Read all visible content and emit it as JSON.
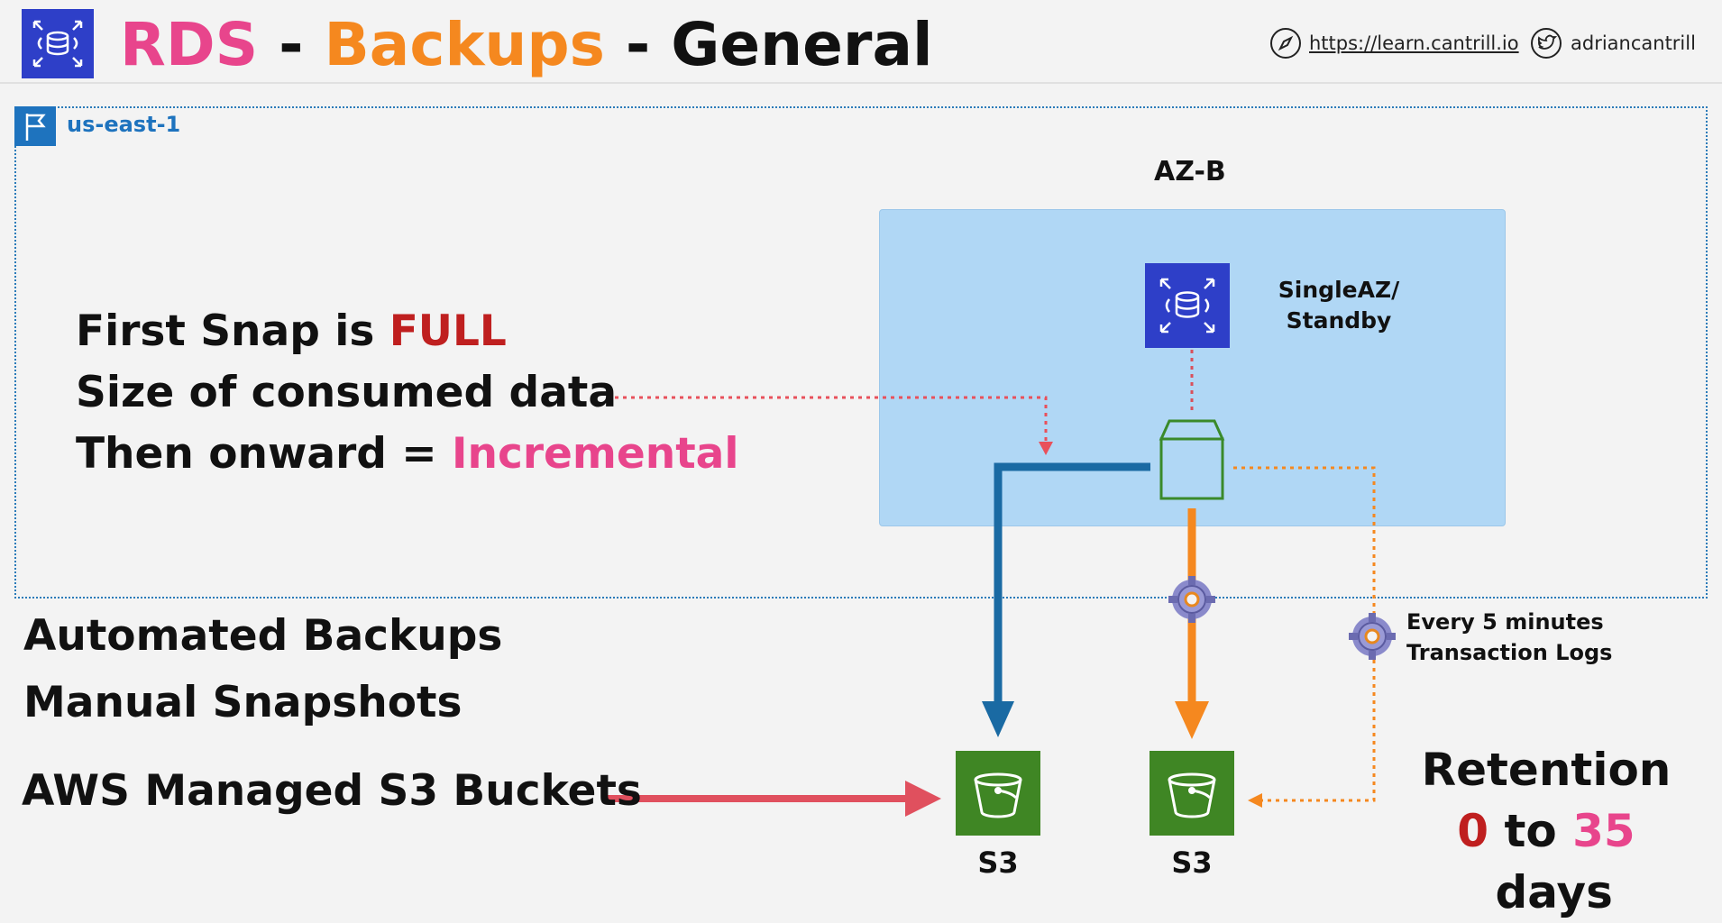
{
  "header": {
    "title_rds": "RDS",
    "title_sep1": " - ",
    "title_backups": "Backups",
    "title_sep2": " - ",
    "title_general": "General",
    "website": "https://learn.cantrill.io",
    "twitter": "adriancantrill"
  },
  "region": {
    "label": "us-east-1"
  },
  "az": {
    "label": "AZ-B"
  },
  "rds_instance": {
    "label_line1": "SingleAZ/",
    "label_line2": "Standby"
  },
  "snapshot_notes": {
    "line1_prefix": "First Snap is ",
    "line1_highlight": "FULL",
    "line2": "Size of consumed data",
    "line3_prefix": "Then onward = ",
    "line3_highlight": "Incremental"
  },
  "backup_types": {
    "automated": "Automated Backups",
    "manual": "Manual Snapshots",
    "managed_buckets": "AWS Managed S3 Buckets"
  },
  "buckets": [
    {
      "label": "S3"
    },
    {
      "label": "S3"
    }
  ],
  "transaction_logs": {
    "line1": "Every 5 minutes",
    "line2": "Transaction Logs"
  },
  "retention": {
    "title": "Retention",
    "min": "0",
    "to": " to ",
    "max": "35",
    "unit": " days"
  },
  "colors": {
    "rds_pink": "#e8458c",
    "backups_orange": "#f5881f",
    "full_red": "#bf1f1f",
    "blue_arrow": "#1a6aa3",
    "orange_arrow": "#f5881f",
    "s3_green": "#3f8624",
    "rds_blue": "#2e3fc8"
  }
}
